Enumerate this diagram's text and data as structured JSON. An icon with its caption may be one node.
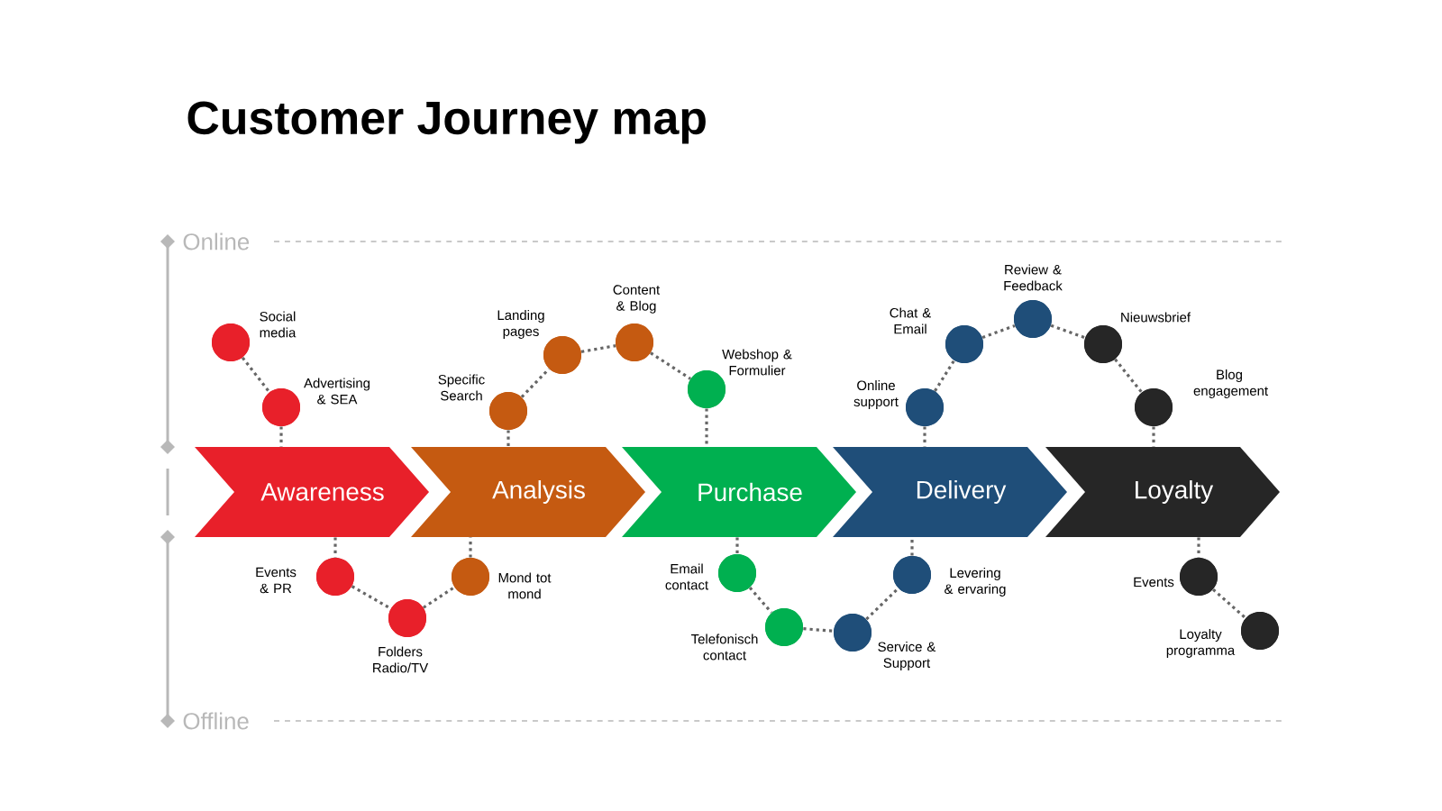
{
  "diagram": {
    "title": "Customer Journey map",
    "nodes": [
      {
        "text": [
          "Awareness"
        ]
      },
      {
        "text": [
          "Analysis"
        ]
      },
      {
        "text": [
          "Purchase"
        ]
      },
      {
        "text": [
          "Delivery"
        ]
      },
      {
        "text": [
          "Loyalty"
        ]
      },
      {
        "text": [],
        "shape": "circle",
        "beside": [
          "Social media"
        ]
      },
      {
        "text": [],
        "shape": "circle",
        "beside": [
          "Advertising & SEA"
        ]
      },
      {
        "text": [],
        "shape": "circle",
        "beside": [
          "Specific Search"
        ]
      },
      {
        "text": [],
        "shape": "circle",
        "beside": [
          "Landing pages"
        ]
      },
      {
        "text": [],
        "shape": "circle",
        "beside": [
          "Content & Blog"
        ]
      },
      {
        "text": [],
        "shape": "circle",
        "beside": [
          "Webshop & Formulier"
        ]
      },
      {
        "text": [],
        "shape": "circle",
        "beside": [
          "Online support"
        ]
      },
      {
        "text": [],
        "shape": "circle",
        "beside": [
          "Chat & Email"
        ]
      },
      {
        "text": [],
        "shape": "circle",
        "beside": [
          "Review & Feedback"
        ]
      },
      {
        "text": [],
        "shape": "circle",
        "beside": [
          "Nieuwsbrief"
        ]
      },
      {
        "text": [],
        "shape": "circle",
        "beside": [
          "Blog engagement"
        ]
      },
      {
        "text": [],
        "shape": "circle",
        "beside": [
          "Events & PR"
        ]
      },
      {
        "text": [],
        "shape": "circle",
        "beside": [
          "Folders Radio/TV"
        ]
      },
      {
        "text": [],
        "shape": "circle",
        "beside": [
          "Mond tot mond"
        ]
      },
      {
        "text": [],
        "shape": "circle",
        "beside": [
          "Email contact"
        ]
      },
      {
        "text": [],
        "shape": "circle",
        "beside": [
          "Telefonisch contact"
        ]
      },
      {
        "text": [],
        "shape": "circle",
        "beside": [
          "Service & Support"
        ]
      },
      {
        "text": [],
        "shape": "circle",
        "beside": [
          "Levering & ervaring"
        ]
      },
      {
        "text": [],
        "shape": "circle",
        "beside": [
          "Events"
        ]
      },
      {
        "text": [],
        "shape": "circle",
        "beside": [
          "Loyalty programma"
        ]
      }
    ],
    "edges": [
      {
        "from": 5,
        "to": 6,
        "arrow": "none"
      },
      {
        "from": 6,
        "to": 0,
        "arrow": "none"
      },
      {
        "from": 7,
        "to": 1,
        "arrow": "none"
      },
      {
        "from": 7,
        "to": 8,
        "arrow": "none"
      },
      {
        "from": 8,
        "to": 9,
        "arrow": "none"
      },
      {
        "from": 9,
        "to": 10,
        "arrow": "none"
      },
      {
        "from": 10,
        "to": 2,
        "arrow": "none"
      },
      {
        "from": 11,
        "to": 3,
        "arrow": "none"
      },
      {
        "from": 11,
        "to": 12,
        "arrow": "none"
      },
      {
        "from": 12,
        "to": 13,
        "arrow": "none"
      },
      {
        "from": 13,
        "to": 14,
        "arrow": "none"
      },
      {
        "from": 14,
        "to": 15,
        "arrow": "none"
      },
      {
        "from": 15,
        "to": 4,
        "arrow": "none"
      },
      {
        "from": 0,
        "to": 16,
        "arrow": "none"
      },
      {
        "from": 16,
        "to": 17,
        "arrow": "none"
      },
      {
        "from": 17,
        "to": 18,
        "arrow": "none"
      },
      {
        "from": 18,
        "to": 1,
        "arrow": "none"
      },
      {
        "from": 2,
        "to": 19,
        "arrow": "none"
      },
      {
        "from": 19,
        "to": 20,
        "arrow": "none"
      },
      {
        "from": 20,
        "to": 21,
        "arrow": "none"
      },
      {
        "from": 21,
        "to": 22,
        "arrow": "none"
      },
      {
        "from": 22,
        "to": 3,
        "arrow": "none"
      },
      {
        "from": 4,
        "to": 23,
        "arrow": "none"
      },
      {
        "from": 23,
        "to": 24,
        "arrow": "none"
      }
    ],
    "labels": [
      "Online",
      "Offline"
    ]
  }
}
